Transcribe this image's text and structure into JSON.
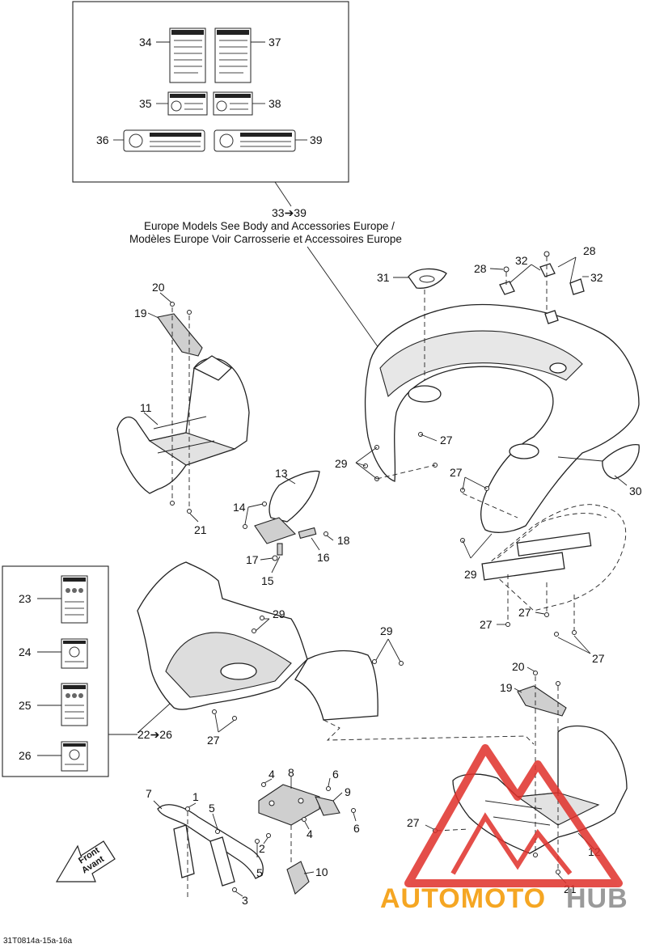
{
  "callouts": {
    "n1": "1",
    "n2": "2",
    "n3": "3",
    "n4a": "4",
    "n4b": "4",
    "n5a": "5",
    "n5b": "5",
    "n6a": "6",
    "n6b": "6",
    "n7": "7",
    "n8": "8",
    "n9": "9",
    "n10": "10",
    "n11": "11",
    "n12": "12",
    "n13": "13",
    "n14": "14",
    "n15": "15",
    "n16": "16",
    "n17": "17",
    "n18": "18",
    "n19a": "19",
    "n19b": "19",
    "n20a": "20",
    "n20b": "20",
    "n21a": "21",
    "n21b": "21",
    "n23": "23",
    "n24": "24",
    "n25": "25",
    "n26": "26",
    "n27a": "27",
    "n27b": "27",
    "n27c": "27",
    "n27d": "27",
    "n27e": "27",
    "n27f": "27",
    "n27g": "27",
    "n28a": "28",
    "n28b": "28",
    "n29a": "29",
    "n29b": "29",
    "n29c": "29",
    "n29d": "29",
    "n30": "30",
    "n31": "31",
    "n32a": "32",
    "n32b": "32",
    "n34": "34",
    "n35": "35",
    "n36": "36",
    "n37": "37",
    "n38": "38",
    "n39": "39",
    "range_22_26": "22➔26",
    "range_33_39": "33➔39"
  },
  "notes": {
    "europe_en": "Europe Models See Body and Accessories Europe /",
    "europe_fr": "Modèles Europe Voir Carrosserie et Accessoires Europe"
  },
  "front_arrow": {
    "line1": "Front",
    "line2": "Avant"
  },
  "diagram_code": "31T0814a-15a-16a",
  "watermark": {
    "text_part1": "AUTOMOTO",
    "text_part2": "HUB",
    "color_red": "#e0302a",
    "color_orange": "#f5a623",
    "color_grey": "#9a9a9a"
  }
}
